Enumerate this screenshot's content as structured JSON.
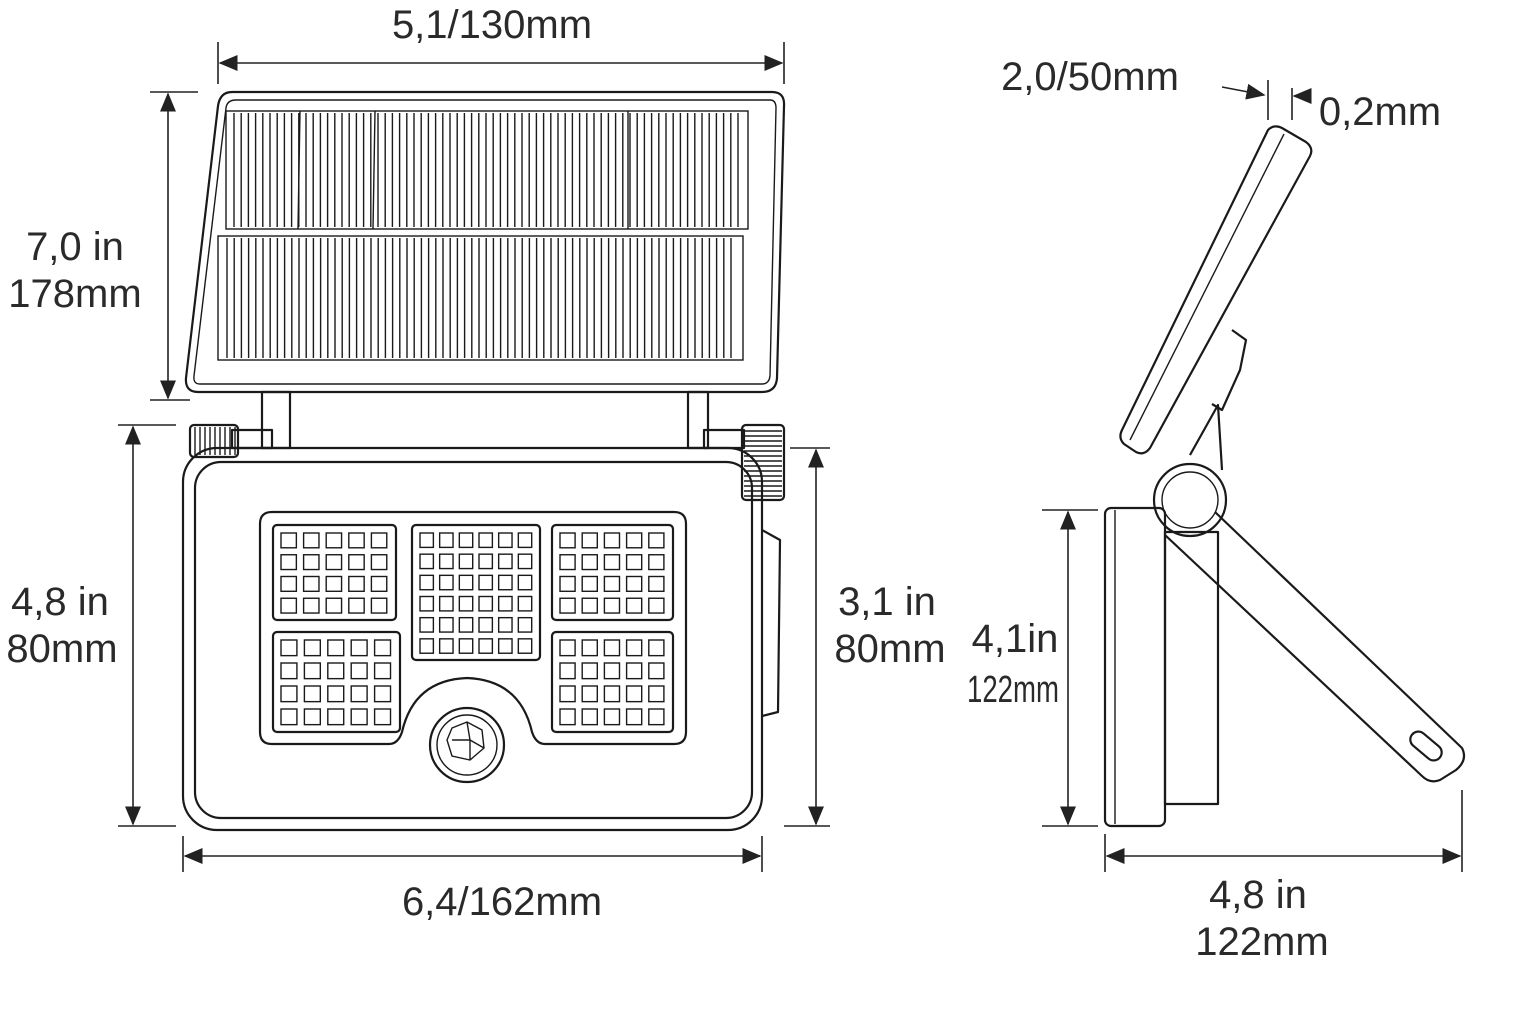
{
  "front_view": {
    "top_width": "5,1/130mm",
    "panel_height_in": "7,0 in",
    "panel_height_mm": "178mm",
    "body_height_left_in": "4,8 in",
    "body_height_left_mm": "80mm",
    "body_height_right_in": "3,1 in",
    "body_height_right_mm": "80mm",
    "bottom_width": "6,4/162mm"
  },
  "side_view": {
    "panel_thickness": "2,0/50mm",
    "gap": "0,2mm",
    "height_in": "4,1in",
    "height_mm": "122mm",
    "depth_in": "4,8 in",
    "depth_mm": "122mm"
  },
  "colors": {
    "line": "#1a1a1a",
    "text": "#2a2a2a",
    "background": "#ffffff"
  }
}
